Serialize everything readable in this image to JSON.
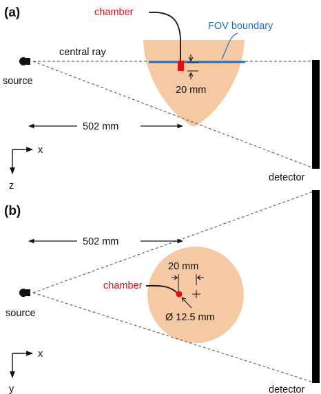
{
  "colors": {
    "phantom_fill": "#f6c9a5",
    "chamber": "#e01010",
    "fov_boundary": "#1f6fc0",
    "detector": "#000000",
    "dashed_lines": "#666666"
  },
  "panel_a": {
    "label": "(a)",
    "chamber_label": "chamber",
    "fov_label": "FOV boundary",
    "central_ray_label": "central ray",
    "source_label": "source",
    "depth_label": "20 mm",
    "distance_label": "502 mm",
    "axis_x": "x",
    "axis_z": "z",
    "detector_label": "detector"
  },
  "panel_b": {
    "label": "(b)",
    "distance_label": "502 mm",
    "offset_label": "20 mm",
    "chamber_label": "chamber",
    "source_label": "source",
    "diameter_label": "Ø 12.5 mm",
    "axis_x": "x",
    "axis_y": "y",
    "detector_label": "detector"
  }
}
